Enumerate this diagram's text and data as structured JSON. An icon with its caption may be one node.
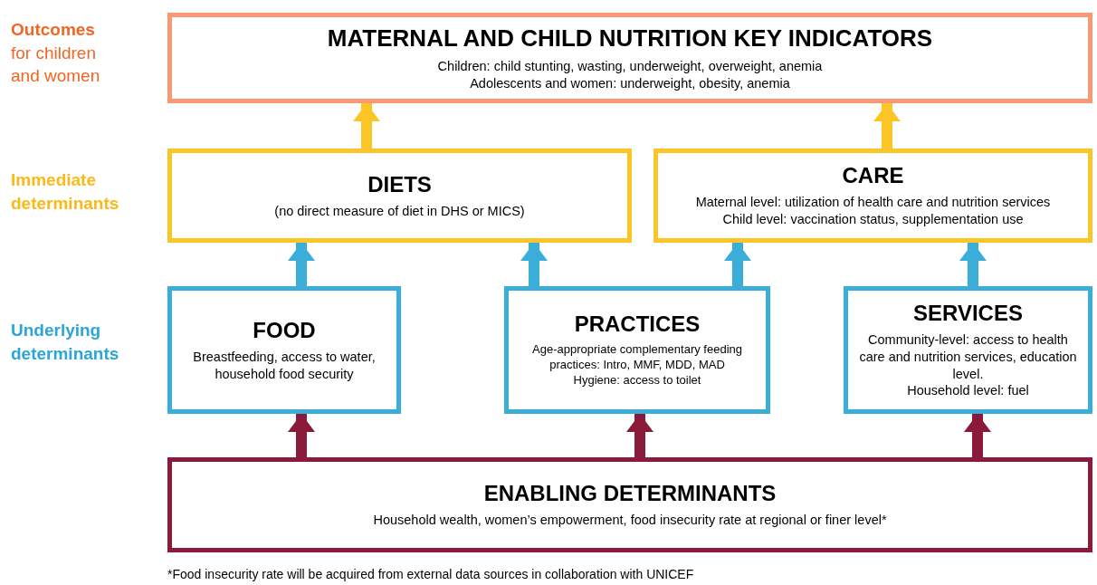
{
  "diagram": {
    "nodes": [
      {
        "text": [
          "MATERNAL AND CHILD NUTRITION KEY INDICATORS",
          "Children: child stunting, wasting, underweight, overweight, anemia",
          "Adolescents and women: underweight, obesity, anemia"
        ]
      },
      {
        "text": [
          "DIETS",
          "(no direct measure of diet in DHS or MICS)"
        ]
      },
      {
        "text": [
          "CARE",
          "Maternal level: utilization of health care and nutrition services",
          "Child level: vaccination status, supplementation use"
        ]
      },
      {
        "text": [
          "FOOD",
          "Breastfeeding, access to water, household food security"
        ]
      },
      {
        "text": [
          "PRACTICES",
          "Age-appropriate complementary feeding practices: Intro, MMF, MDD, MAD",
          "Hygiene: access to toilet"
        ]
      },
      {
        "text": [
          "SERVICES",
          "Community-level: access to health care and nutrition services, education level.",
          "Household level: fuel"
        ]
      },
      {
        "text": [
          "ENABLING DETERMINANTS",
          "Household wealth, women’s empowerment, food insecurity rate at regional or finer level*"
        ]
      }
    ],
    "edges": [
      {
        "from": 1,
        "to": 0,
        "arrow": "to",
        "color": "#fcc526"
      },
      {
        "from": 2,
        "to": 0,
        "arrow": "to",
        "color": "#fcc526"
      },
      {
        "from": 3,
        "to": 1,
        "arrow": "to",
        "color": "#3aaed8"
      },
      {
        "from": 4,
        "to": 1,
        "arrow": "to",
        "color": "#3aaed8"
      },
      {
        "from": 4,
        "to": 2,
        "arrow": "to",
        "color": "#3aaed8"
      },
      {
        "from": 5,
        "to": 2,
        "arrow": "to",
        "color": "#3aaed8"
      },
      {
        "from": 6,
        "to": 3,
        "arrow": "to",
        "color": "#8b1a3a"
      },
      {
        "from": 6,
        "to": 4,
        "arrow": "to",
        "color": "#8b1a3a"
      },
      {
        "from": 6,
        "to": 5,
        "arrow": "to",
        "color": "#8b1a3a"
      }
    ],
    "labels": [
      "**Outcomes** for children and women",
      "Immediate determinants",
      "Underlying determinants",
      "*Food insecurity rate will be acquired from external data sources in collaboration with UNICEF"
    ]
  }
}
